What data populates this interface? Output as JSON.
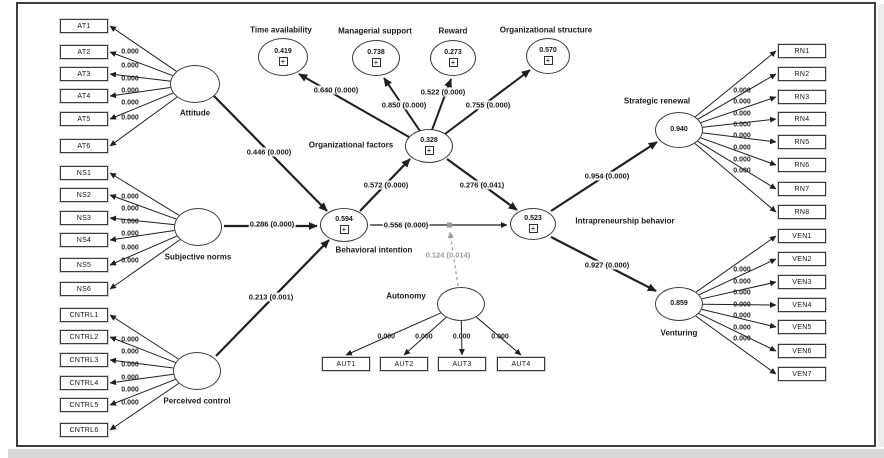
{
  "figure": {
    "type": "structural-equation-model-path-diagram",
    "colors": {
      "background": "#ffffff",
      "frame_border": "#3f3f3f",
      "line": "#1f1f1f",
      "moderation_line": "#9a9a9a",
      "bottom_strip": "#d8d8d8"
    },
    "icons": {
      "expand": "+"
    },
    "indicator_loading_label": "0.000",
    "latent_variables": [
      {
        "id": "attitude",
        "label": "Attitude",
        "value": "",
        "indicators": [
          "AT1",
          "AT2",
          "AT3",
          "AT4",
          "AT5",
          "AT6"
        ]
      },
      {
        "id": "subjective_norms",
        "label": "Subjective norms",
        "value": "",
        "indicators": [
          "NS1",
          "NS2",
          "NS3",
          "NS4",
          "NS5",
          "NS6"
        ]
      },
      {
        "id": "perceived_control",
        "label": "Perceived control",
        "value": "",
        "indicators": [
          "CNTRL1",
          "CNTRL2",
          "CNTRL3",
          "CNTRL4",
          "CNTRL5",
          "CNTRL6"
        ]
      },
      {
        "id": "time_availability",
        "label": "Time availability",
        "value": "0.419",
        "indicators": []
      },
      {
        "id": "managerial_support",
        "label": "Managerial support",
        "value": "0.738",
        "indicators": []
      },
      {
        "id": "reward",
        "label": "Reward",
        "value": "0.273",
        "indicators": []
      },
      {
        "id": "organizational_structure",
        "label": "Organizational structure",
        "value": "0.570",
        "indicators": []
      },
      {
        "id": "organizational_factors",
        "label": "Organizational factors",
        "value": "0.328",
        "indicators": []
      },
      {
        "id": "behavioral_intention",
        "label": "Behavioral intention",
        "value": "0.594",
        "indicators": []
      },
      {
        "id": "intrapreneurship_behavior",
        "label": "Intrapreneurship behavior",
        "value": "0.523",
        "indicators": []
      },
      {
        "id": "autonomy",
        "label": "Autonomy",
        "value": "",
        "indicators": [
          "AUT1",
          "AUT2",
          "AUT3",
          "AUT4"
        ]
      },
      {
        "id": "strategic_renewal",
        "label": "Strategic renewal",
        "value": "0.940",
        "indicators": [
          "RN1",
          "RN2",
          "RN3",
          "RN4",
          "RN5",
          "RN6",
          "RN7",
          "RN8"
        ]
      },
      {
        "id": "venturing",
        "label": "Venturing",
        "value": "0.859",
        "indicators": [
          "VEN1",
          "VEN2",
          "VEN3",
          "VEN4",
          "VEN5",
          "VEN6",
          "VEN7"
        ]
      }
    ],
    "structural_paths": [
      {
        "from": "Attitude",
        "to": "Behavioral intention",
        "label": "0.446 (0.000)",
        "style": "solid"
      },
      {
        "from": "Subjective norms",
        "to": "Behavioral intention",
        "label": "0.286 (0.000)",
        "style": "solid"
      },
      {
        "from": "Perceived control",
        "to": "Behavioral intention",
        "label": "0.213 (0.001)",
        "style": "solid"
      },
      {
        "from": "Behavioral intention",
        "to": "Organizational factors",
        "label": "0.572 (0.000)",
        "style": "solid"
      },
      {
        "from": "Organizational factors",
        "to": "Time availability",
        "label": "0.640 (0.000)",
        "style": "solid"
      },
      {
        "from": "Organizational factors",
        "to": "Managerial support",
        "label": "0.850 (0.000)",
        "style": "solid"
      },
      {
        "from": "Organizational factors",
        "to": "Reward",
        "label": "0.522 (0.000)",
        "style": "solid"
      },
      {
        "from": "Organizational factors",
        "to": "Organizational structure",
        "label": "0.755 (0.000)",
        "style": "solid"
      },
      {
        "from": "Organizational factors",
        "to": "Intrapreneurship behavior",
        "label": "0.276 (0.041)",
        "style": "solid"
      },
      {
        "from": "Behavioral intention",
        "to": "Intrapreneurship behavior",
        "label": "0.556 (0.000)",
        "style": "solid-thin"
      },
      {
        "from": "Intrapreneurship behavior",
        "to": "Strategic renewal",
        "label": "0.954 (0.000)",
        "style": "solid"
      },
      {
        "from": "Intrapreneurship behavior",
        "to": "Venturing",
        "label": "0.927 (0.000)",
        "style": "solid"
      },
      {
        "from": "Autonomy",
        "to": "Behavioral intention-Intrapreneurship behavior path",
        "label": "0.124 (0.014)",
        "style": "dashed-gray"
      }
    ]
  }
}
